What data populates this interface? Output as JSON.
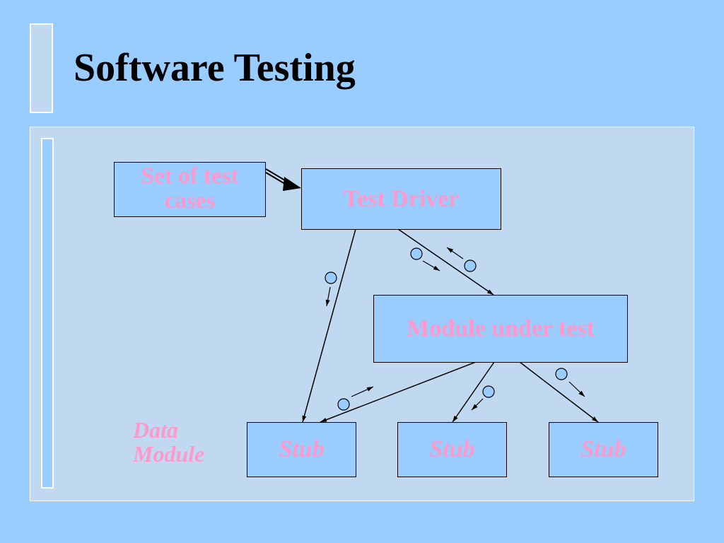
{
  "slide": {
    "title": "Software Testing"
  },
  "diagram": {
    "test_cases_label": "Set of test cases",
    "driver_label": "Test Driver",
    "module_label": "Module under test",
    "stubs": [
      "Stub",
      "Stub",
      "Stub"
    ],
    "legend": [
      "Data",
      "Module"
    ]
  },
  "colors": {
    "background": "#99ccff",
    "panel": "#c0d9f0",
    "label_text": "#ff99cc",
    "title_text": "#000000"
  }
}
